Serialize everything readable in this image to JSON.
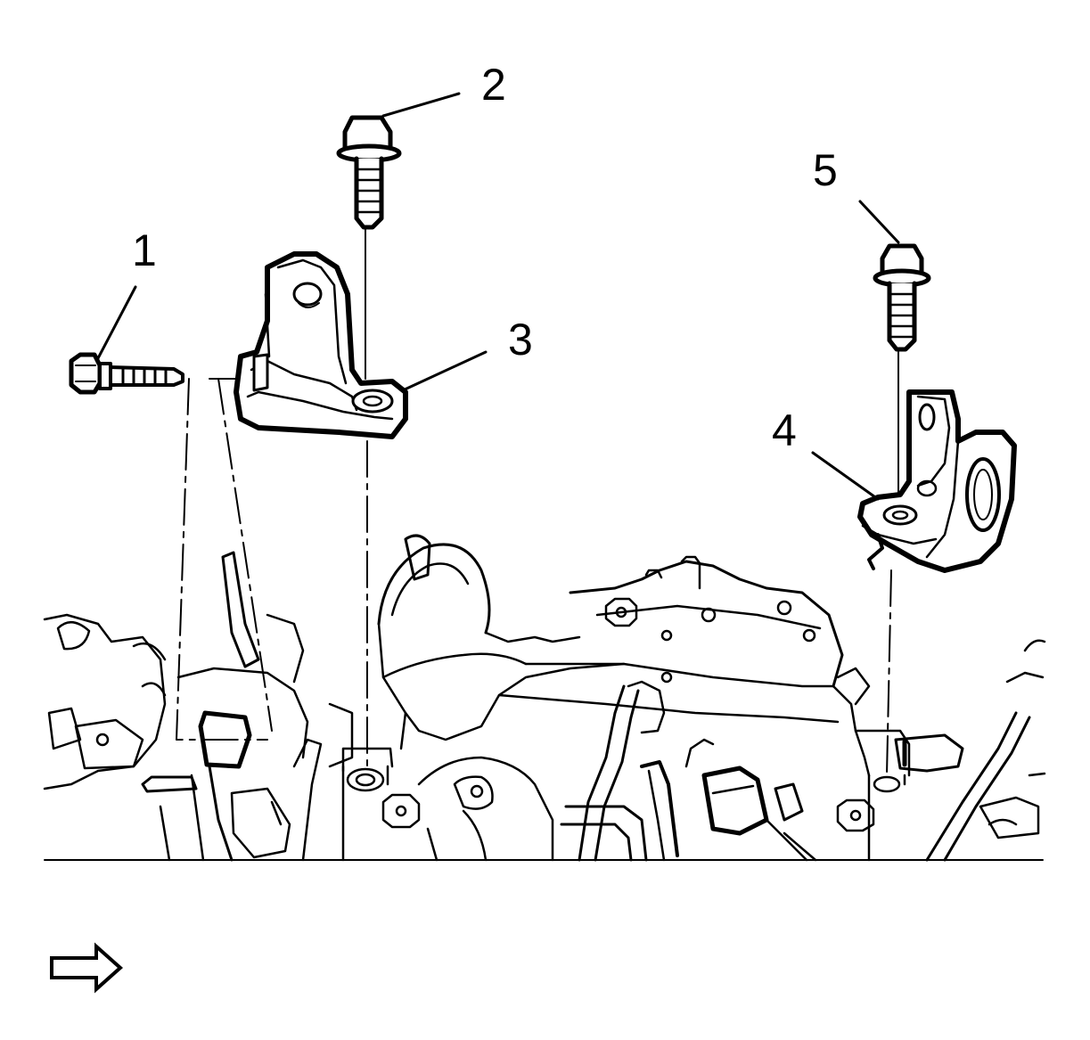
{
  "callouts": [
    {
      "id": "1",
      "label": "1"
    },
    {
      "id": "2",
      "label": "2"
    },
    {
      "id": "3",
      "label": "3"
    },
    {
      "id": "4",
      "label": "4"
    },
    {
      "id": "5",
      "label": "5"
    }
  ],
  "icons": {
    "view_arrow": "arrow-right-icon"
  }
}
